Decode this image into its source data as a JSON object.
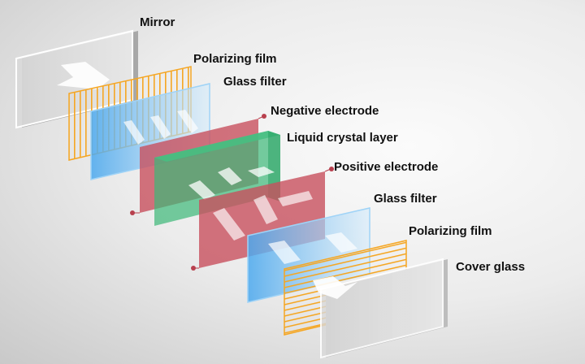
{
  "title": "LCD layer structure",
  "labels": {
    "mirror": "Mirror",
    "polarizing_film_1": "Polarizing film",
    "glass_filter_1": "Glass filter",
    "negative_electrode": "Negative electrode",
    "liquid_crystal": "Liquid crystal layer",
    "positive_electrode": "Positive electrode",
    "glass_filter_2": "Glass filter",
    "polarizing_film_2": "Polarizing film",
    "cover_glass": "Cover glass"
  },
  "colors": {
    "orange": "#f5a623",
    "blue": "#4aa8ee",
    "red": "#c8505e",
    "green": "#3cb878",
    "glass": "#e6e6e6",
    "dot": "#b8404e"
  }
}
